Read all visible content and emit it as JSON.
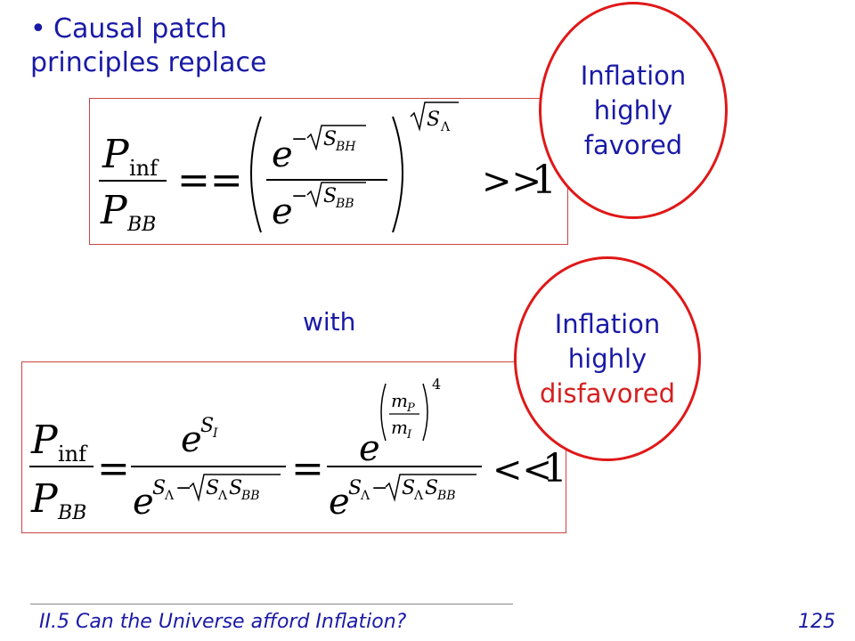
{
  "title": {
    "bullet": "•",
    "line1": "Causal patch",
    "line2": "principles replace"
  },
  "with_label": "with",
  "oval_top": {
    "line1": "Inflation",
    "line2": "highly",
    "line3": "favored"
  },
  "oval_bottom": {
    "line1": "Inflation",
    "line2": "highly",
    "line3": "disfavored"
  },
  "equation1": {
    "num": "P",
    "num_sub": "inf",
    "den": "P",
    "den_sub": "BB",
    "eqeq": "==",
    "e": "e",
    "minus": "−",
    "S": "S",
    "sub_BH": "BH",
    "sub_BB": "BB",
    "outer_S_sub": "Λ",
    "gg": ">>",
    "one": "1"
  },
  "equation2": {
    "num": "P",
    "num_sub": "inf",
    "den": "P",
    "den_sub": "BB",
    "eq": "=",
    "e": "e",
    "S": "S",
    "sub_I": "I",
    "sub_Lambda": "Λ",
    "minus": "−",
    "sub_LambdaS": "Λ",
    "sub_BB": "BB",
    "m": "m",
    "sub_P": "P",
    "sub_mI": "I",
    "four": "4",
    "ll": "<<",
    "one": "1"
  },
  "footer": {
    "text": "II.5 Can the Universe afford Inflation?",
    "page": "125"
  },
  "colors": {
    "text_blue": "#1a1aa6",
    "accent_red": "#e01818",
    "box_border": "#c44"
  }
}
